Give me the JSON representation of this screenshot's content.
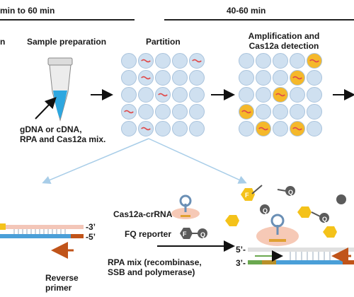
{
  "timeline": {
    "left_label": "min to 60 min",
    "right_label": "40-60 min"
  },
  "steps": {
    "cut_left_label": "n",
    "sample_prep": "Sample preparation",
    "partition": "Partition",
    "amplification": "Amplification and",
    "cas_detection": "Cas12a detection"
  },
  "tube_note": {
    "line1": "gDNA or cDNA,",
    "line2": "RPA and Cas12a mix."
  },
  "reagents": {
    "crrna": "Cas12a-crRNA",
    "fq": "FQ reporter",
    "rpa_line1": "RPA mix (recombinase,",
    "rpa_line2": "SSB and polymerase)"
  },
  "dna": {
    "left_3prime": "-3’",
    "left_5prime": "-5’",
    "right_5prime": "5’-",
    "right_3prime": "3’-",
    "reverse_line1": "Reverse",
    "reverse_line2": "primer"
  },
  "fq_glyphs": {
    "f": "F",
    "q": "Q"
  },
  "partition_grid": {
    "rows": 5,
    "cols": 5,
    "targets": [
      [
        0,
        1
      ],
      [
        0,
        4
      ],
      [
        1,
        1
      ],
      [
        2,
        2
      ],
      [
        3,
        0
      ],
      [
        4,
        1
      ]
    ]
  },
  "amp_grid": {
    "rows": 5,
    "cols": 5,
    "positives": [
      [
        0,
        4
      ],
      [
        1,
        3
      ],
      [
        2,
        2
      ],
      [
        3,
        0
      ],
      [
        4,
        1
      ],
      [
        4,
        3
      ]
    ]
  },
  "colors": {
    "well": "#cfe0f0",
    "well_stroke": "#a9c3dc",
    "target": "#e04a4a",
    "positive": "#f5b82a",
    "arrow_brown": "#c0541a",
    "strand_top": "#f3c6b8",
    "strand_bottom": "#4a9fd8",
    "fluorophore": "#f4c21a",
    "quencher": "#5b5b5b"
  }
}
